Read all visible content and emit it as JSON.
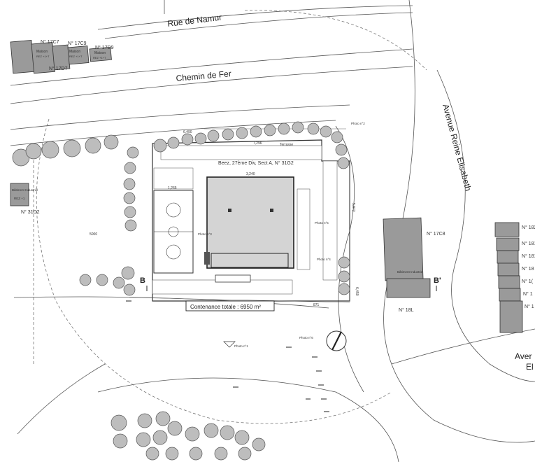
{
  "roads": {
    "rue_namur": "Rue de Namur",
    "chemin_fer": "Chemin de Fer",
    "avenue_reine": "Avenue  Reine  Elisabeth",
    "avenue_cut1": "Aver",
    "avenue_cut2": "El"
  },
  "parcel": {
    "ref": "Beez, 27ème Div, Sect A, N° 31G2",
    "contenance": "Contenance totale : 6950 m²",
    "terrasse": "Terrasse"
  },
  "section": {
    "b_left": "B",
    "b_right": "B'"
  },
  "addresses": {
    "n17c7": "N° 17C7",
    "n17c9": "N° 17C9",
    "n17d9": "N° 17D9",
    "n17d7": "N° 17D7",
    "n31d2": "N° 31D2",
    "n17c8": "N° 17C8",
    "n18l": "N° 18L",
    "r182": "N° 182",
    "r181a": "N° 181",
    "r181b": "N° 181",
    "r18": "N° 18",
    "r1a": "N° 1(",
    "r1b": "N° 1",
    "r1c": "N° 1"
  },
  "buildings": {
    "maison": "Maison",
    "rez11": "REZ +1+T",
    "batiment_ind": "Bâtiment Industriel",
    "rez1": "REZ +1"
  },
  "dimensions": {
    "d6490": "6,490",
    "d7296": "7,296",
    "d5000": "5000",
    "d1265": "1,265",
    "d3240": "3,240",
    "d5872": "5,872",
    "d6450": "6,450",
    "d871": "871"
  },
  "photos": {
    "p1": "Photo n°1",
    "p2": "Photo n°2",
    "p3": "Photo n°3",
    "p4": "Photo n°4",
    "p5": "Photo n°5",
    "p6": "Photo n°6"
  },
  "colors": {
    "building_fill": "#9a9a9a",
    "hall_fill": "#d4d4d4",
    "tree_fill": "#bdbdbd",
    "line": "#444444"
  }
}
